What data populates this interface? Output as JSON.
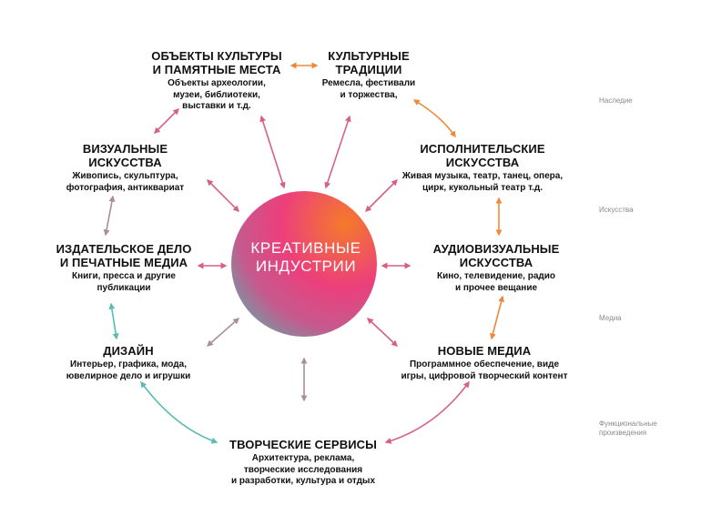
{
  "center": {
    "label": "КРЕАТИВНЫЕ\nИНДУСТРИИ"
  },
  "nodes": {
    "culture_objects": {
      "title": "ОБЪЕКТЫ КУЛЬТУРЫ\nИ ПАМЯТНЫЕ МЕСТА",
      "desc": "Объекты археологии,\nмузеи, библиотеки,\nвыставки и т.д."
    },
    "cultural_traditions": {
      "title": "КУЛЬТУРНЫЕ\nТРАДИЦИИ",
      "desc": "Ремесла, фестивали\nи торжества,"
    },
    "visual_arts": {
      "title": "ВИЗУАЛЬНЫЕ\nИСКУССТВА",
      "desc": "Живопись, скульптура,\nфотография, антиквариат"
    },
    "performing_arts": {
      "title": "ИСПОЛНИТЕЛЬСКИЕ\nИСКУССТВА",
      "desc": "Живая музыка, театр, танец, опера,\nцирк, кукольный театр т.д."
    },
    "publishing": {
      "title": "ИЗДАТЕЛЬСКОЕ ДЕЛО\nИ ПЕЧАТНЫЕ МЕДИА",
      "desc": "Книги, пресса и другие\nпубликации"
    },
    "audiovisual": {
      "title": "АУДИОВИЗУАЛЬНЫЕ\nИСКУССТВА",
      "desc": "Кино, телевидение, радио\nи прочее вещание"
    },
    "design": {
      "title": "ДИЗАЙН",
      "desc": "Интерьер, графика, мода,\nювелирное дело и игрушки"
    },
    "new_media": {
      "title": "НОВЫЕ МЕДИА",
      "desc": "Программное обеспечение, виде\nигры, цифровой творческий контент"
    },
    "creative_services": {
      "title": "ТВОРЧЕСКИЕ СЕРВИСЫ",
      "desc": "Архитектура, реклама,\nтворческие исследования\nи разработки, культура и отдых"
    }
  },
  "side_labels": {
    "heritage": "Наследие",
    "arts": "Искусства",
    "media": "Медиа",
    "functional": "Функциональные\nпроизведения"
  },
  "colors": {
    "orange": "#f0883a",
    "pink": "#d6608a",
    "grey": "#a98e99",
    "teal": "#5bbcb2",
    "circle_pink": "#ec3f7c",
    "circle_orange": "#f57a2a",
    "circle_teal": "#4fb7ad"
  }
}
